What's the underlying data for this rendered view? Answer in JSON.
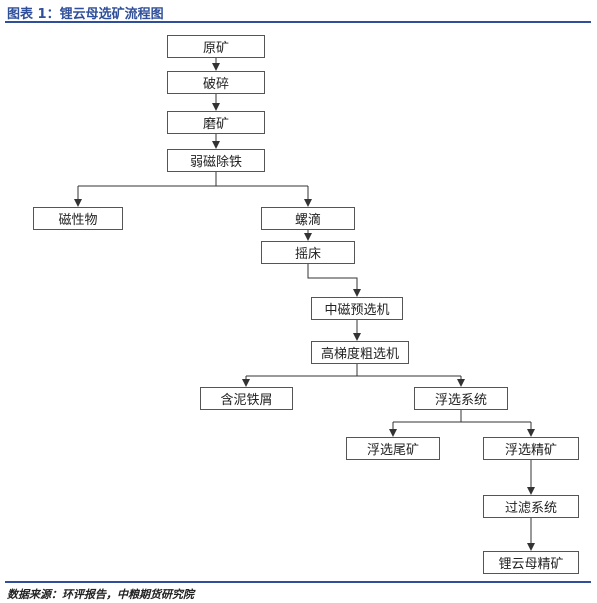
{
  "header": {
    "title": "图表 1：锂云母选矿流程图"
  },
  "footer": {
    "source": "数据来源：环评报告，中粮期货研究院"
  },
  "flow": {
    "nodes": {
      "yuankuang": "原矿",
      "posui": "破碎",
      "mokuang": "磨矿",
      "ruoci": "弱磁除铁",
      "cixingwu": "磁性物",
      "luodi": "螺滴",
      "yaochuang": "摇床",
      "zhongci": "中磁预选机",
      "gaotidu": "高梯度粗选机",
      "hanni": "含泥铁屑",
      "fuxuan": "浮选系统",
      "weikuang": "浮选尾矿",
      "jingkuang": "浮选精矿",
      "guolv": "过滤系统",
      "final": "锂云母精矿"
    }
  }
}
